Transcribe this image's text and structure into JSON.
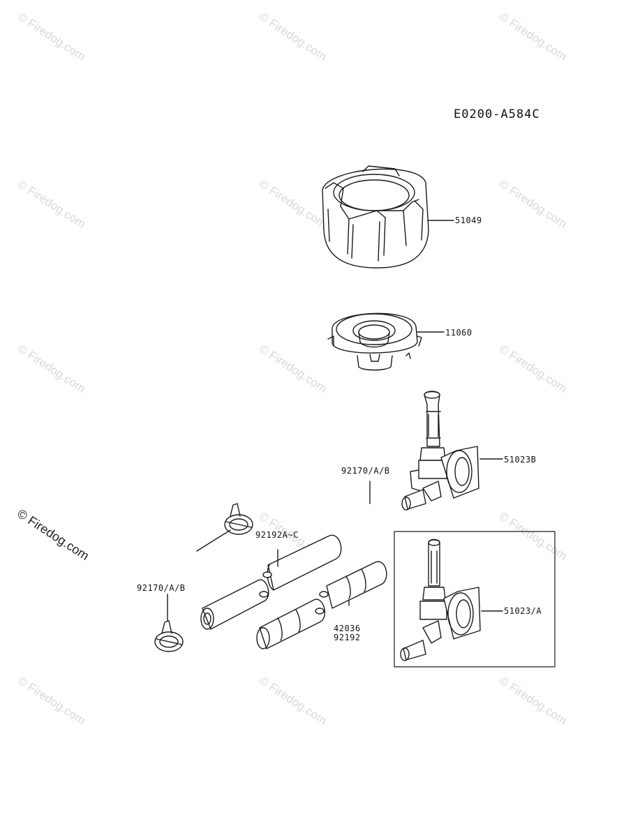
{
  "diagram_code": "E0200-A584C",
  "watermark": "© Firedog.com",
  "parts": {
    "cap": "51049",
    "filter": "11060",
    "cock_b": "51023B",
    "clip_top": "92170/A/B",
    "tube_top": "92192A~C",
    "clip_bottom": "92170/A/B",
    "tube_bottom_1": "42036",
    "tube_bottom_2": "92192",
    "cock_a": "51023/A"
  },
  "colors": {
    "line": "#1a1a1a",
    "watermark": "#d8d8d8"
  }
}
